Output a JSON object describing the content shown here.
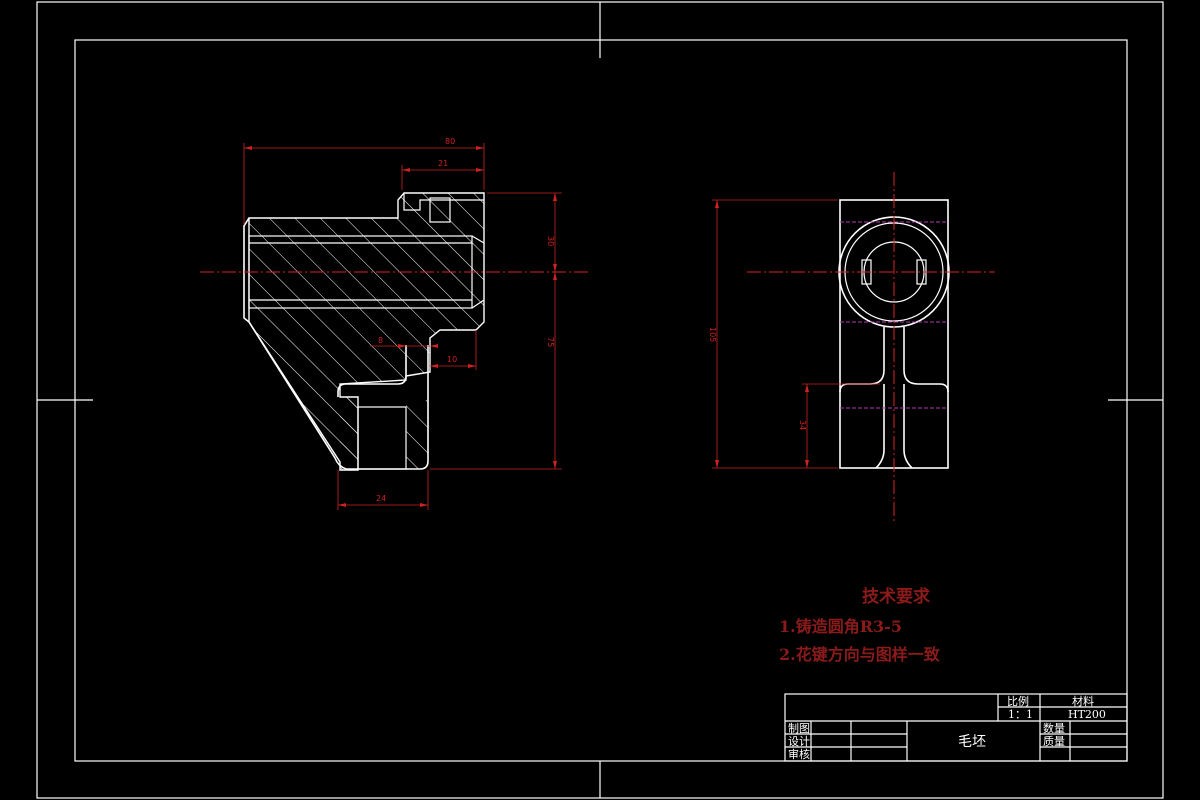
{
  "colors": {
    "background": "#000000",
    "line": "#ffffff",
    "dimension": "#cc2222",
    "notes": "#8b1a1a",
    "hidden": "#b03ab0"
  },
  "dimensions": {
    "overall_width": "80",
    "top_width": "21",
    "upper_height": "30",
    "lower_height": "75",
    "slot_width": "8",
    "slot_offset": "10",
    "foot_width": "24",
    "side_total_height": "105",
    "side_rib_height": "34"
  },
  "technical_requirements": {
    "title": "技术要求",
    "items": [
      "1.铸造圆角R3-5",
      "2.花键方向与图样一致"
    ]
  },
  "title_block": {
    "scale_label": "比例",
    "scale_value": "1：1",
    "material_label": "材料",
    "material_value": "HT200",
    "drawn_by": "制图",
    "designed_by": "设计",
    "reviewed_by": "审核",
    "part_name": "毛坯",
    "quantity_label": "数量",
    "weight_label": "质量"
  }
}
